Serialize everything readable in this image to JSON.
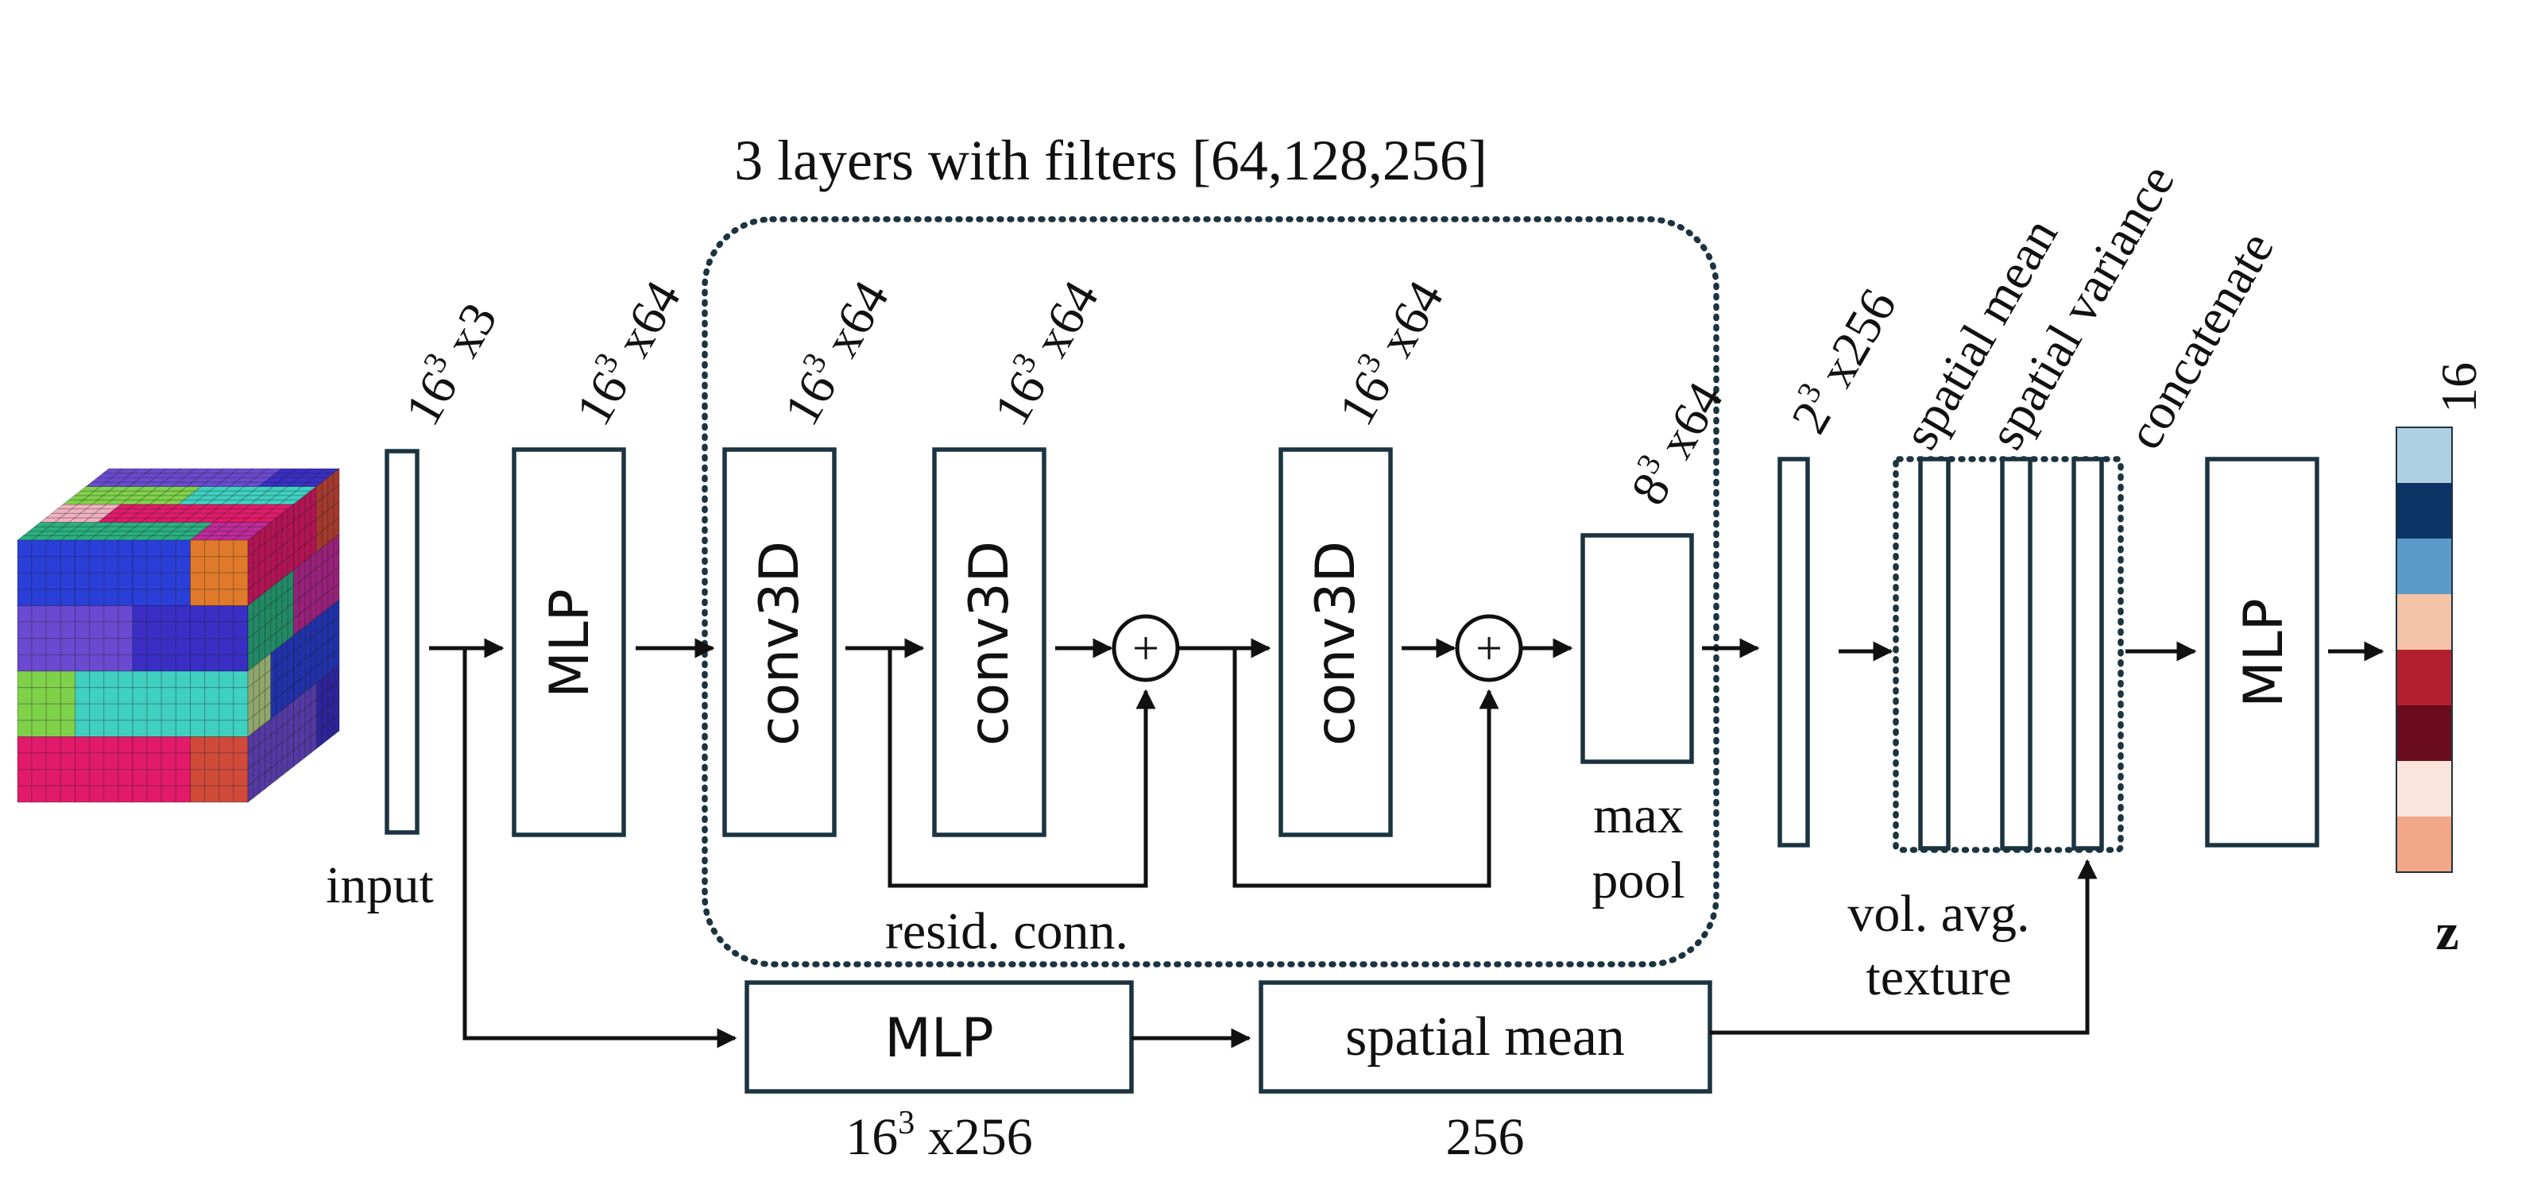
{
  "group_label": "3 layers with filters [64,128,256]",
  "input_label": "input",
  "residual_label": "resid. conn.",
  "maxpool_label": {
    "line1": "max",
    "line2": "pool"
  },
  "texture_label": {
    "line1": "vol. avg.",
    "line2": "texture"
  },
  "latent_label": "z",
  "blocks": {
    "mlp": "MLP",
    "conv3d": "conv3D",
    "spatial_mean": "spatial mean"
  },
  "plus_symbol": "+",
  "shape_labels": {
    "input": {
      "base": "16",
      "exp": "3",
      "rest": " x3"
    },
    "mlp1": {
      "base": "16",
      "exp": "3",
      "rest": " x64"
    },
    "conv1": {
      "base": "16",
      "exp": "3",
      "rest": " x64"
    },
    "conv2": {
      "base": "16",
      "exp": "3",
      "rest": " x64"
    },
    "conv3": {
      "base": "16",
      "exp": "3",
      "rest": " x64"
    },
    "pool": {
      "base": "8",
      "exp": "3",
      "rest": " x64"
    },
    "out": {
      "base": "2",
      "exp": "3",
      "rest": " x256"
    },
    "latent": "16",
    "texture_mlp": {
      "base": "16",
      "exp": "3",
      "rest": " x256"
    },
    "texture_mean": "256"
  },
  "operation_labels": {
    "spatial_mean": "spatial mean",
    "spatial_variance": "spatial variance",
    "concatenate": "concatenate"
  },
  "colors": {
    "stroke": "#1c3440",
    "spatial_mean_bar": "#1f6b2e",
    "spatial_variance_bar": "#1c5b78",
    "concat_bar": "#e2a3d8",
    "latent_vector": [
      "#aed0e2",
      "#0c3464",
      "#5b9ac9",
      "#f5c3a7",
      "#b41f30",
      "#6b0c1e",
      "#f9e5db",
      "#f2a787"
    ]
  }
}
